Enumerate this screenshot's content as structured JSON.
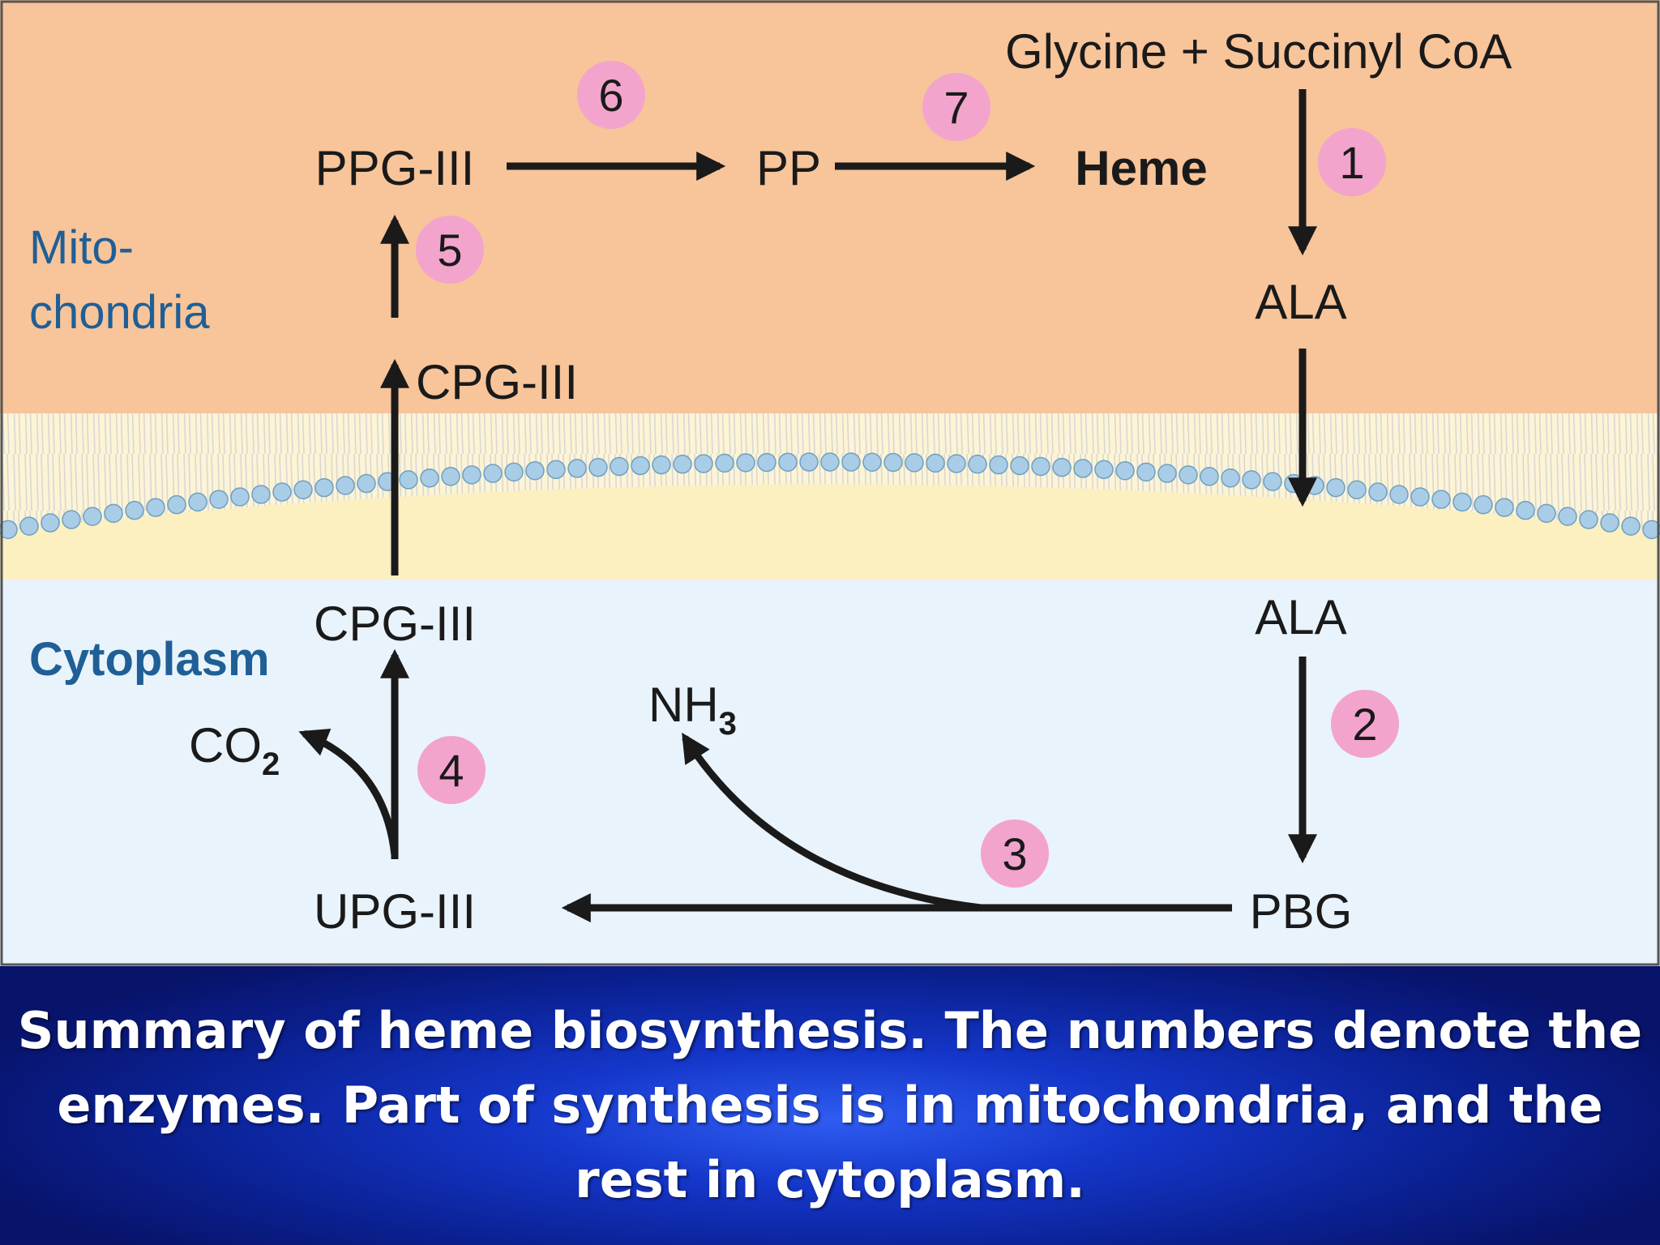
{
  "regions": {
    "mitochondria_label_line1": "Mito-",
    "mitochondria_label_line2": "chondria",
    "cytoplasm_label": "Cytoplasm"
  },
  "compounds": {
    "glycine_succinyl": "Glycine + Succinyl CoA",
    "ala_mito": "ALA",
    "ala_cyto": "ALA",
    "pbg": "PBG",
    "upg": "UPG-III",
    "cpg_cyto": "CPG-III",
    "cpg_mito": "CPG-III",
    "ppg": "PPG-III",
    "pp": "PP",
    "heme": "Heme",
    "nh3_base": "NH",
    "nh3_sub": "3",
    "co2_base": "CO",
    "co2_sub": "2"
  },
  "enzymes": [
    "1",
    "2",
    "3",
    "4",
    "5",
    "6",
    "7"
  ],
  "caption": "Summary of heme biosynthesis. The numbers denote the enzymes. Part of synthesis is in mitochondria, and the rest in cytoplasm.",
  "colors": {
    "mitochondria_bg": "#f8c49a",
    "membrane_bg": "#fcefc0",
    "cytoplasm_bg": "#e9f3fb",
    "enzyme_badge": "#f2a4cc",
    "region_label": "#1f5f96",
    "caption_bg": "#1436c9",
    "membrane_bead": "#a9cde6"
  }
}
